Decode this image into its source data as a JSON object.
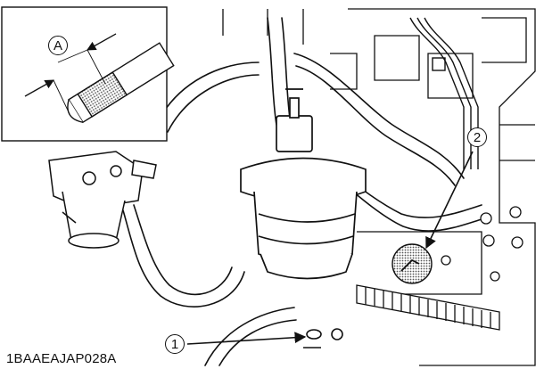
{
  "figure_code": "1BAAEAJAP028A",
  "callouts": {
    "one": "1",
    "two": "2",
    "a": "A"
  },
  "colors": {
    "line": "#111111",
    "background": "#ffffff",
    "shade": "#9a9a9a"
  }
}
